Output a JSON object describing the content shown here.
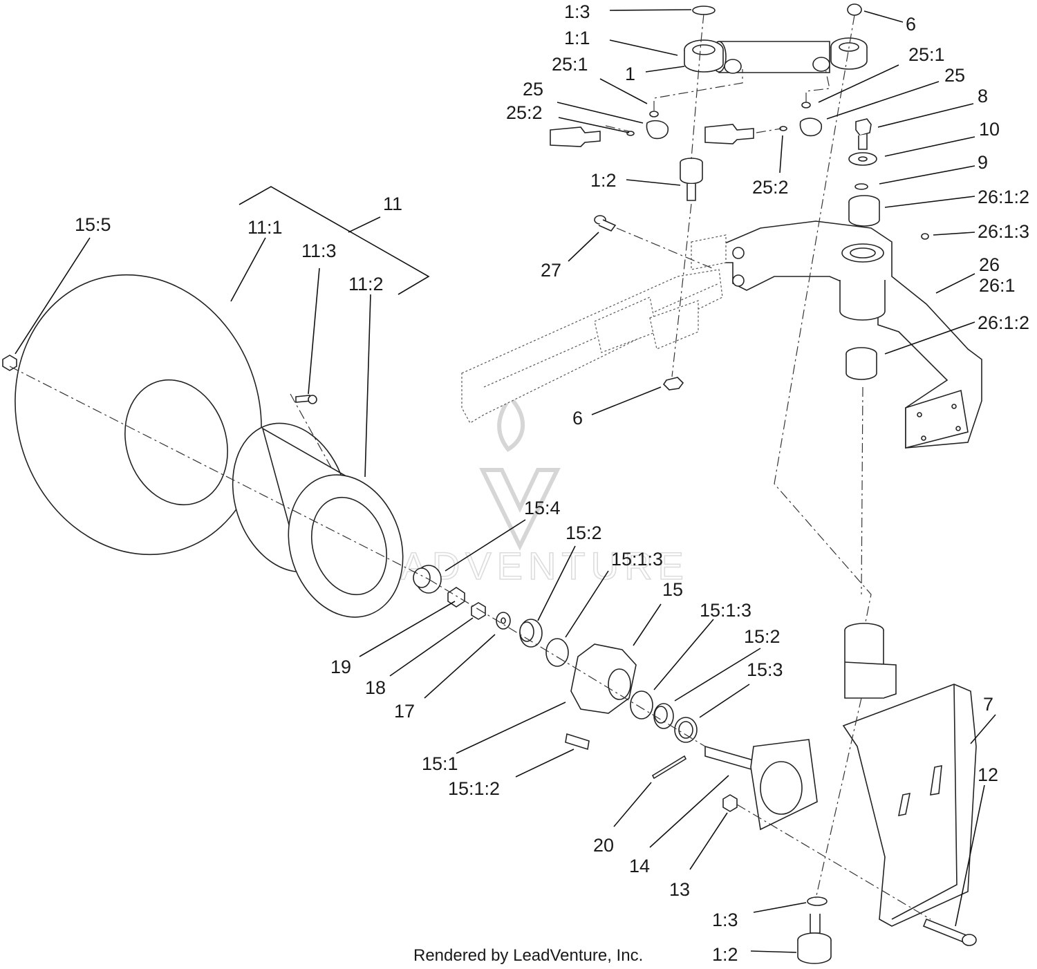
{
  "diagram": {
    "watermark_text": "LEADVENTURE",
    "credit": "Rendered by LeadVenture, Inc.",
    "callouts": {
      "p1_3_top": "1:3",
      "p6_top": "6",
      "p1_1": "1:1",
      "p1": "1",
      "p25_1_left": "25:1",
      "p25_left": "25",
      "p25_2_left": "25:2",
      "p25_1_right": "25:1",
      "p25_right": "25",
      "p8": "8",
      "p10": "10",
      "p9": "9",
      "p26_1_2_top": "26:1:2",
      "p26_1_3": "26:1:3",
      "p26": "26",
      "p26_1": "26:1",
      "p26_1_2_bottom": "26:1:2",
      "p1_2_top": "1:2",
      "p25_2_right": "25:2",
      "p27": "27",
      "p6_mid": "6",
      "p11": "11",
      "p11_1": "11:1",
      "p11_3": "11:3",
      "p11_2": "11:2",
      "p15_5": "15:5",
      "p15_4": "15:4",
      "p15_2_left": "15:2",
      "p15_1_3_left": "15:1:3",
      "p15": "15",
      "p15_1_3_right": "15:1:3",
      "p15_2_right": "15:2",
      "p15_3": "15:3",
      "p19": "19",
      "p18": "18",
      "p17": "17",
      "p15_1": "15:1",
      "p15_1_2": "15:1:2",
      "p20": "20",
      "p14": "14",
      "p13": "13",
      "p7": "7",
      "p12": "12",
      "p1_3_bottom": "1:3",
      "p1_2_bottom": "1:2"
    }
  }
}
